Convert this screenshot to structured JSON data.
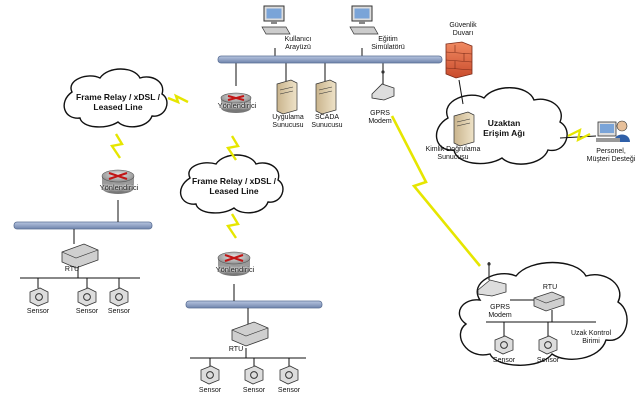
{
  "top": {
    "user_interface": "Kullanıcı\nArayüzü",
    "training_simulator": "Eğitim\nSimülatörü",
    "firewall": "Güvenlik\nDuvarı",
    "app_server": "Uygulama\nSunucusu",
    "scada_server": "SCADA\nSunucusu",
    "gprs_modem": "GPRS\nModem",
    "auth_server": "Kimlik Doğrulama\nSunucusu",
    "remote_network": "Uzaktan\nErişim Ağı",
    "personnel": "Personel,\nMüşteri Desteği"
  },
  "left": {
    "frame_relay": "Frame Relay / xDSL /\nLeased Line",
    "router_top": "Yönlendirici",
    "router_bottom": "Yönlendirici",
    "rtu": "RTU",
    "sensors": [
      "Sensor",
      "Sensor",
      "Sensor"
    ]
  },
  "middle": {
    "frame_relay": "Frame Relay / xDSL /\nLeased Line",
    "router": "Yönlendirici",
    "rtu": "RTU",
    "sensors": [
      "Sensor",
      "Sensor",
      "Sensor"
    ]
  },
  "remote_unit": {
    "gprs_modem": "GPRS\nModem",
    "rtu": "RTU",
    "unit_label": "Uzak Kontrol\nBirimi",
    "sensors": [
      "Sensor",
      "Sensor"
    ]
  },
  "colors": {
    "bus": "#8a9fc4",
    "bus_edge": "#5a6f94",
    "lightning": "#e6e600",
    "firewall": "#d9553a"
  }
}
